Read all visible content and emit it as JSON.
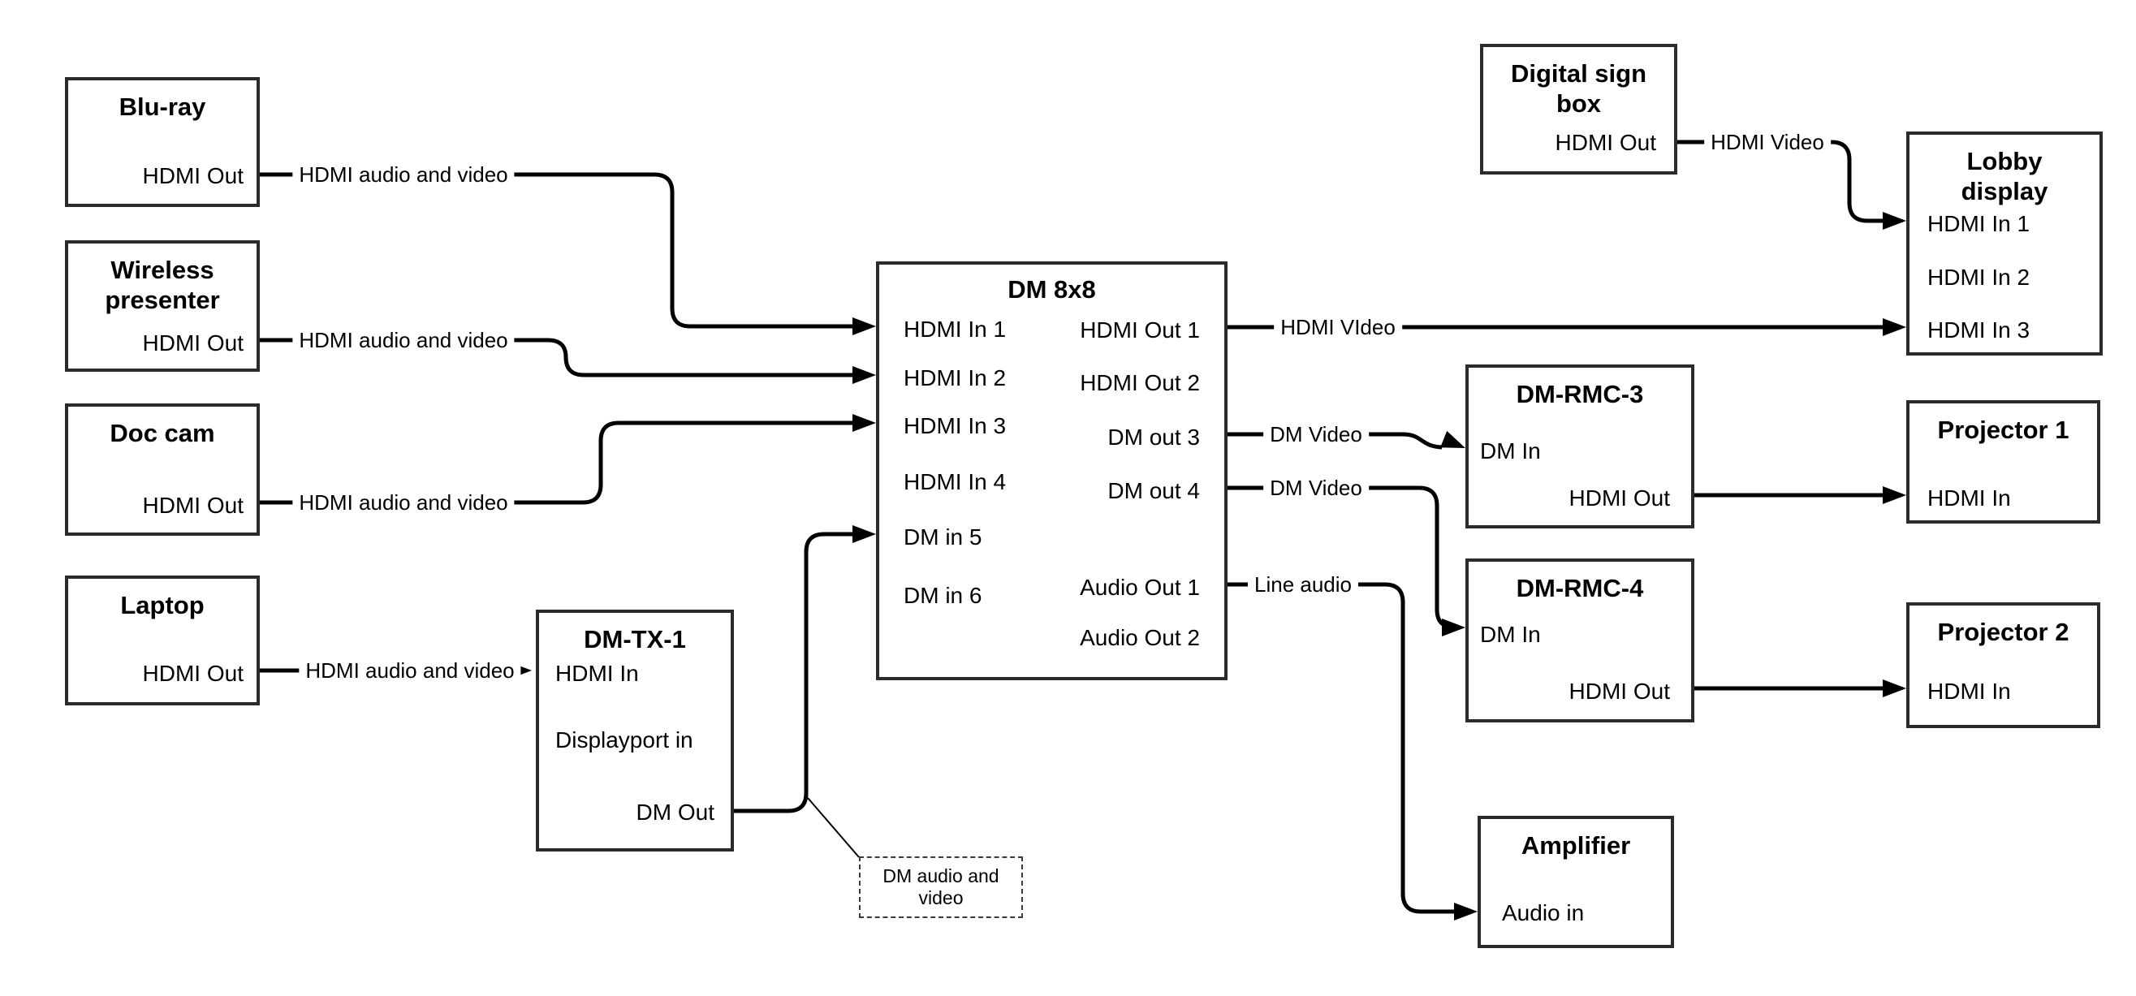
{
  "nodes": [
    {
      "id": "blu-ray",
      "title": "Blu-ray",
      "ports": [
        "HDMI Out"
      ]
    },
    {
      "id": "wireless-presenter",
      "title": "Wireless presenter",
      "ports": [
        "HDMI Out"
      ]
    },
    {
      "id": "doc-cam",
      "title": "Doc cam",
      "ports": [
        "HDMI Out"
      ]
    },
    {
      "id": "laptop",
      "title": "Laptop",
      "ports": [
        "HDMI Out"
      ]
    },
    {
      "id": "dm-tx-1",
      "title": "DM-TX-1",
      "ports": [
        "HDMI In",
        "Displayport in",
        "DM Out"
      ]
    },
    {
      "id": "dm-8x8",
      "title": "DM 8x8",
      "ports": [
        "HDMI In 1",
        "HDMI In 2",
        "HDMI In 3",
        "HDMI In 4",
        "DM in 5",
        "DM in 6",
        "HDMI Out 1",
        "HDMI Out 2",
        "DM out 3",
        "DM out 4",
        "Audio Out 1",
        "Audio Out 2"
      ]
    },
    {
      "id": "digital-sign-box",
      "title": "Digital sign box",
      "ports": [
        "HDMI Out"
      ]
    },
    {
      "id": "lobby-display",
      "title": "Lobby display",
      "ports": [
        "HDMI In 1",
        "HDMI In 2",
        "HDMI In 3"
      ]
    },
    {
      "id": "dm-rmc-3",
      "title": "DM-RMC-3",
      "ports": [
        "DM In",
        "HDMI Out"
      ]
    },
    {
      "id": "projector-1",
      "title": "Projector 1",
      "ports": [
        "HDMI In"
      ]
    },
    {
      "id": "dm-rmc-4",
      "title": "DM-RMC-4",
      "ports": [
        "DM In",
        "HDMI Out"
      ]
    },
    {
      "id": "projector-2",
      "title": "Projector 2",
      "ports": [
        "HDMI In"
      ]
    },
    {
      "id": "amplifier",
      "title": "Amplifier",
      "ports": [
        "Audio in"
      ]
    }
  ],
  "connections": [
    {
      "from": "Blu-ray HDMI Out",
      "to": "DM 8x8 HDMI In 1",
      "label": "HDMI audio and video"
    },
    {
      "from": "Wireless presenter HDMI Out",
      "to": "DM 8x8 HDMI In 2",
      "label": "HDMI audio and video"
    },
    {
      "from": "Doc cam HDMI Out",
      "to": "DM 8x8 HDMI In 3",
      "label": "HDMI audio and video"
    },
    {
      "from": "Laptop HDMI Out",
      "to": "DM-TX-1 HDMI In",
      "label": "HDMI audio and video"
    },
    {
      "from": "DM-TX-1 DM Out",
      "to": "DM 8x8 DM in 5",
      "label": ""
    },
    {
      "from": "DM 8x8 HDMI Out 1",
      "to": "Lobby display HDMI In 3",
      "label": "HDMI VIdeo"
    },
    {
      "from": "Digital sign box HDMI Out",
      "to": "Lobby display HDMI In 1",
      "label": "HDMI Video"
    },
    {
      "from": "DM 8x8 DM out 3",
      "to": "DM-RMC-3 DM In",
      "label": "DM Video"
    },
    {
      "from": "DM 8x8 DM out 4",
      "to": "DM-RMC-4 DM In",
      "label": "DM Video"
    },
    {
      "from": "DM 8x8 Audio Out 1",
      "to": "Amplifier Audio in",
      "label": "Line audio"
    },
    {
      "from": "DM-RMC-3 HDMI Out",
      "to": "Projector 1 HDMI In",
      "label": ""
    },
    {
      "from": "DM-RMC-4 HDMI Out",
      "to": "Projector 2 HDMI In",
      "label": ""
    }
  ],
  "callout": {
    "text": "DM audio and video"
  },
  "colors": {
    "wire": "#000000",
    "box_border": "#2b2b2b",
    "background": "#ffffff"
  }
}
